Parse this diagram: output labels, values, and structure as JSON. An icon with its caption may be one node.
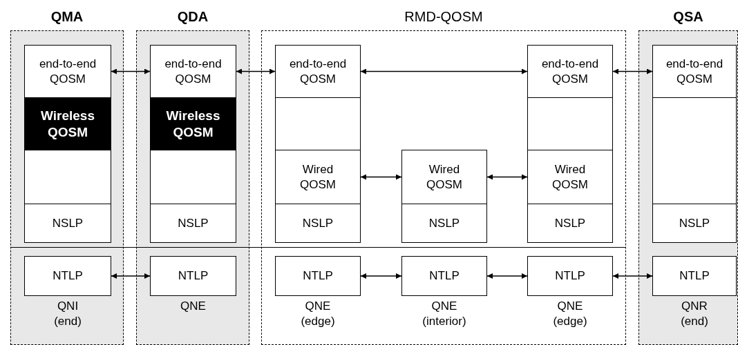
{
  "diagram": {
    "nodes": [
      {
        "text": [
          "QMA"
        ]
      },
      {
        "text": [
          "end-to-end QOSM"
        ],
        "in": 0
      },
      {
        "text": [
          "Wireless QOSM"
        ],
        "in": 0
      },
      {
        "text": [],
        "shape": "box",
        "in": 0
      },
      {
        "text": [
          "NSLP"
        ],
        "in": 0
      },
      {
        "text": [
          "NTLP"
        ],
        "beside": [
          "QNI (end)"
        ],
        "in": 0
      },
      {
        "text": [
          "QDA"
        ]
      },
      {
        "text": [
          "end-to-end QOSM"
        ],
        "in": 6
      },
      {
        "text": [
          "Wireless QOSM"
        ],
        "in": 6
      },
      {
        "text": [],
        "shape": "box",
        "in": 6
      },
      {
        "text": [
          "NSLP"
        ],
        "in": 6
      },
      {
        "text": [
          "NTLP"
        ],
        "beside": [
          "QNE"
        ],
        "in": 6
      },
      {
        "text": [
          "RMD-QOSM"
        ]
      },
      {
        "text": [
          "end-to-end QOSM"
        ],
        "in": 12
      },
      {
        "text": [],
        "shape": "box",
        "in": 12
      },
      {
        "text": [
          "Wired QOSM"
        ],
        "in": 12
      },
      {
        "text": [
          "NSLP"
        ],
        "in": 12
      },
      {
        "text": [
          "NTLP"
        ],
        "beside": [
          "QNE (edge)"
        ],
        "in": 12
      },
      {
        "text": [
          "Wired QOSM"
        ],
        "in": 12
      },
      {
        "text": [
          "NSLP"
        ],
        "in": 12
      },
      {
        "text": [
          "NTLP"
        ],
        "beside": [
          "QNE (interior)"
        ],
        "in": 12
      },
      {
        "text": [
          "end-to-end QOSM"
        ],
        "in": 12
      },
      {
        "text": [],
        "shape": "box",
        "in": 12
      },
      {
        "text": [
          "Wired QOSM"
        ],
        "in": 12
      },
      {
        "text": [
          "NSLP"
        ],
        "in": 12
      },
      {
        "text": [
          "NTLP"
        ],
        "beside": [
          "QNE (edge)"
        ],
        "in": 12
      },
      {
        "text": [
          "QSA"
        ]
      },
      {
        "text": [
          "end-to-end QOSM"
        ],
        "in": 26
      },
      {
        "text": [],
        "shape": "box",
        "in": 26
      },
      {
        "text": [
          "NSLP"
        ],
        "in": 26
      },
      {
        "text": [
          "NTLP"
        ],
        "beside": [
          "QNR (end)"
        ],
        "in": 26
      }
    ],
    "edges": [
      {
        "from": 1,
        "to": 7,
        "arrow": "both"
      },
      {
        "from": 7,
        "to": 13,
        "arrow": "both"
      },
      {
        "from": 13,
        "to": 21,
        "arrow": "both"
      },
      {
        "from": 21,
        "to": 27,
        "arrow": "both"
      },
      {
        "from": 15,
        "to": 18,
        "arrow": "both"
      },
      {
        "from": 18,
        "to": 23,
        "arrow": "both"
      },
      {
        "from": 5,
        "to": 11,
        "arrow": "both"
      },
      {
        "from": 17,
        "to": 20,
        "arrow": "both"
      },
      {
        "from": 20,
        "to": 25,
        "arrow": "both"
      },
      {
        "from": 25,
        "to": 30,
        "arrow": "both"
      }
    ]
  }
}
